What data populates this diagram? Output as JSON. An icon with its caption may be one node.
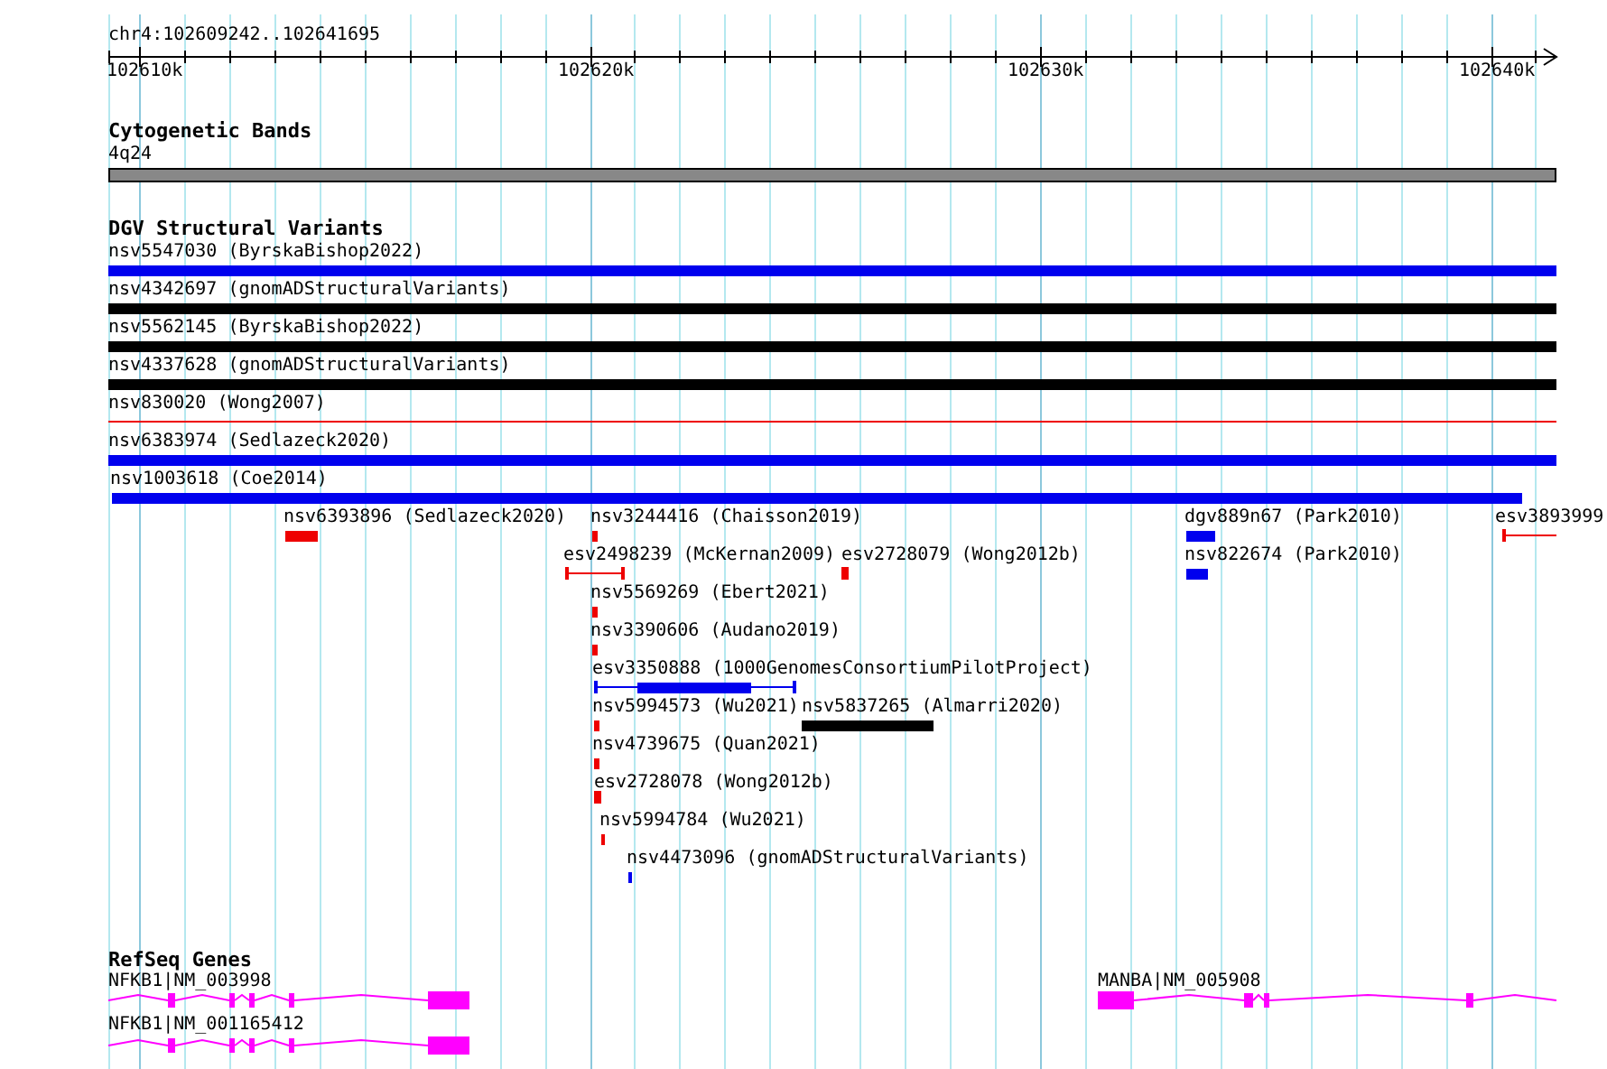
{
  "diagram": {
    "title": "chr4:102609242..102641695",
    "nodes": [
      {
        "text": [
          "Cytogenetic Bands"
        ]
      },
      {
        "text": [
          "4q24"
        ],
        "in": 0
      },
      {
        "text": [
          "DGV Structural Variants"
        ]
      },
      {
        "text": [
          "nsv5547030 (ByrskaBishop2022)"
        ],
        "in": 2
      },
      {
        "text": [
          "nsv4342697 (gnomADStructuralVariants)"
        ],
        "in": 2
      },
      {
        "text": [
          "nsv5562145 (ByrskaBishop2022)"
        ],
        "in": 2
      },
      {
        "text": [
          "nsv4337628 (gnomADStructuralVariants)"
        ],
        "in": 2
      },
      {
        "text": [
          "nsv830020 (Wong2007)"
        ],
        "in": 2
      },
      {
        "text": [
          "nsv6383974 (Sedlazeck2020)"
        ],
        "in": 2
      },
      {
        "text": [
          "nsv1003618 (Coe2014)"
        ],
        "in": 2
      },
      {
        "text": [
          "nsv6393896 (Sedlazeck2020)"
        ],
        "in": 2
      },
      {
        "text": [
          "nsv3244416 (Chaisson2019)"
        ],
        "in": 2
      },
      {
        "text": [
          "dgv889n67 (Park2010)"
        ],
        "in": 2
      },
      {
        "text": [
          "esv3893999"
        ],
        "in": 2
      },
      {
        "text": [
          "esv2498239 (McKernan2009)"
        ],
        "in": 2
      },
      {
        "text": [
          "esv2728079 (Wong2012b)"
        ],
        "in": 2
      },
      {
        "text": [
          "nsv822674 (Park2010)"
        ],
        "in": 2
      },
      {
        "text": [
          "nsv5569269 (Ebert2021)"
        ],
        "in": 2
      },
      {
        "text": [
          "nsv3390606 (Audano2019)"
        ],
        "in": 2
      },
      {
        "text": [
          "esv3350888 (1000GenomesConsortiumPilotProject)"
        ],
        "in": 2
      },
      {
        "text": [
          "nsv5994573 (Wu2021)"
        ],
        "in": 2
      },
      {
        "text": [
          "nsv5837265 (Almarri2020)"
        ],
        "in": 2
      },
      {
        "text": [
          "nsv4739675 (Quan2021)"
        ],
        "in": 2
      },
      {
        "text": [
          "esv2728078 (Wong2012b)"
        ],
        "in": 2
      },
      {
        "text": [
          "nsv5994784 (Wu2021)"
        ],
        "in": 2
      },
      {
        "text": [
          "nsv4473096 (gnomADStructuralVariants)"
        ],
        "in": 2
      },
      {
        "text": [
          "RefSeq Genes"
        ]
      },
      {
        "text": [
          "NFKB1|NM_003998"
        ],
        "in": 26
      },
      {
        "text": [
          "MANBA|NM_005908"
        ],
        "in": 26
      },
      {
        "text": [
          "NFKB1|NM_001165412"
        ],
        "in": 26
      }
    ],
    "edges": [],
    "labels": [
      "102610k",
      "102620k",
      "102630k",
      "102640k"
    ]
  }
}
